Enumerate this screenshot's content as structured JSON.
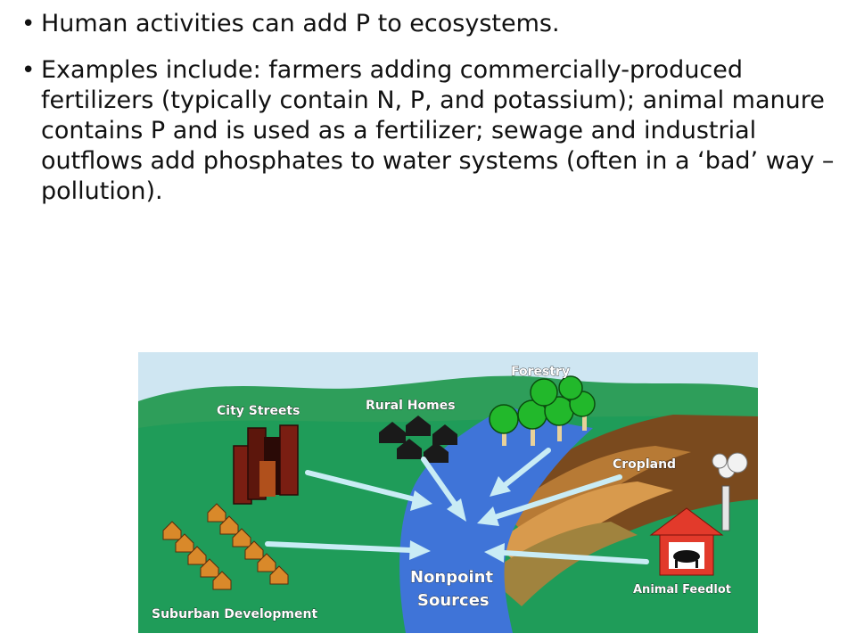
{
  "bullets": [
    "Human activities can add P to ecosystems.",
    "Examples include: farmers adding commercially-produced fertilizers (typically contain N, P, and potassium); animal manure contains P and is used as a fertilizer; sewage and industrial outflows add phosphates to water systems (often in a ‘bad’ way – pollution)."
  ],
  "diagram": {
    "labels": {
      "forestry": "Forestry",
      "rural_homes": "Rural Homes",
      "city_streets": "City Streets",
      "cropland": "Cropland",
      "suburban_development": "Suburban Development",
      "animal_feedlot": "Animal Feedlot",
      "nonpoint": "Nonpoint",
      "sources": "Sources"
    },
    "colors": {
      "sky": "#cfe6f2",
      "hills": "#2e9e5a",
      "ground": "#1f9c59",
      "water": "#3f74d8",
      "arrow": "#c9ecf5",
      "barn": "#e23a2b"
    }
  }
}
